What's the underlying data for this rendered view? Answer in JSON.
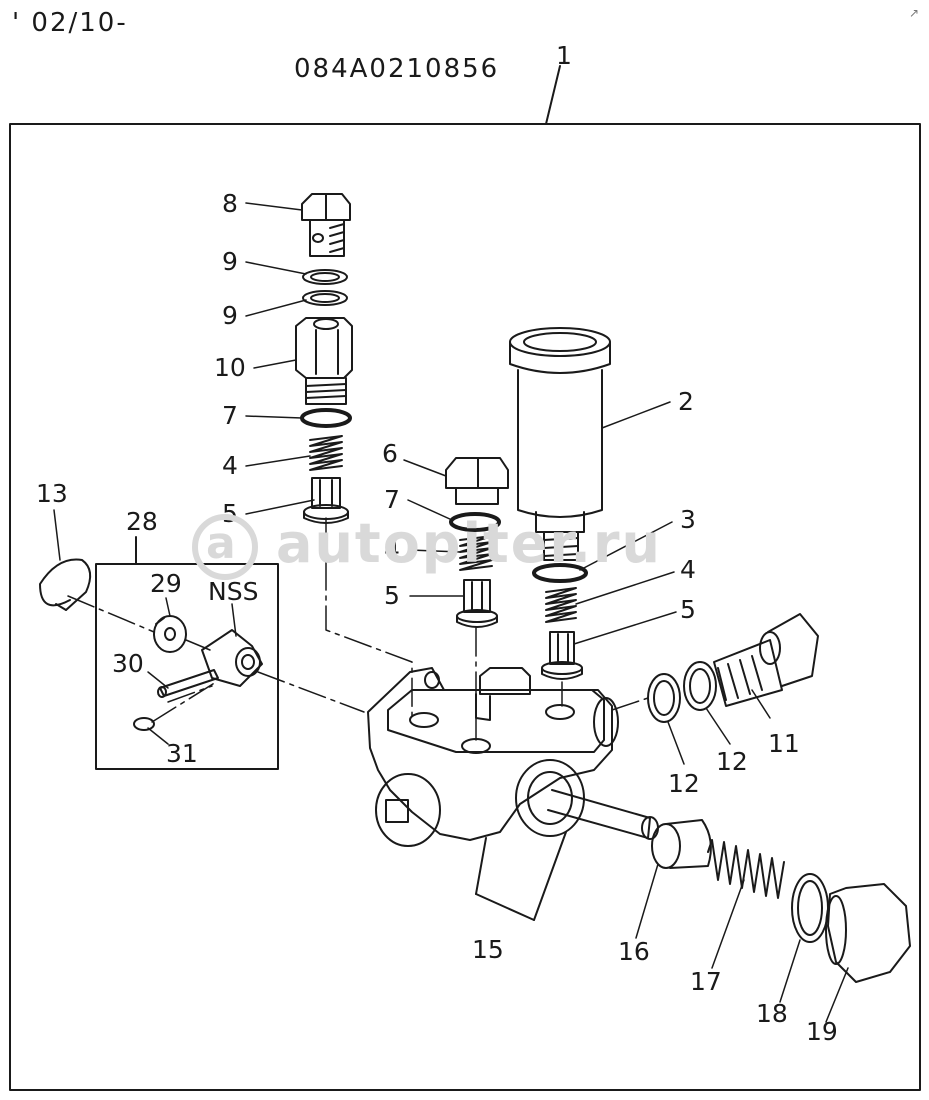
{
  "header": {
    "date_code": "' 02/10-",
    "part_number": "084A0210856",
    "corner_mark": "↗"
  },
  "watermark": {
    "logo_letter": "a",
    "text": "autopiter.ru",
    "color": "#d9d9d9"
  },
  "colors": {
    "line": "#1a1a1a",
    "background": "#ffffff"
  },
  "callouts": {
    "c1": "1",
    "c2": "2",
    "c3": "3",
    "c4a": "4",
    "c4b": "4",
    "c4c": "4",
    "c5a": "5",
    "c5b": "5",
    "c5c": "5",
    "c6": "6",
    "c7a": "7",
    "c7b": "7",
    "c8": "8",
    "c9a": "9",
    "c9b": "9",
    "c10": "10",
    "c11": "11",
    "c12a": "12",
    "c12b": "12",
    "c13": "13",
    "c15": "15",
    "c16": "16",
    "c17": "17",
    "c18": "18",
    "c19": "19",
    "c28": "28",
    "c29": "29",
    "c30": "30",
    "c31": "31",
    "nss": "NSS"
  }
}
